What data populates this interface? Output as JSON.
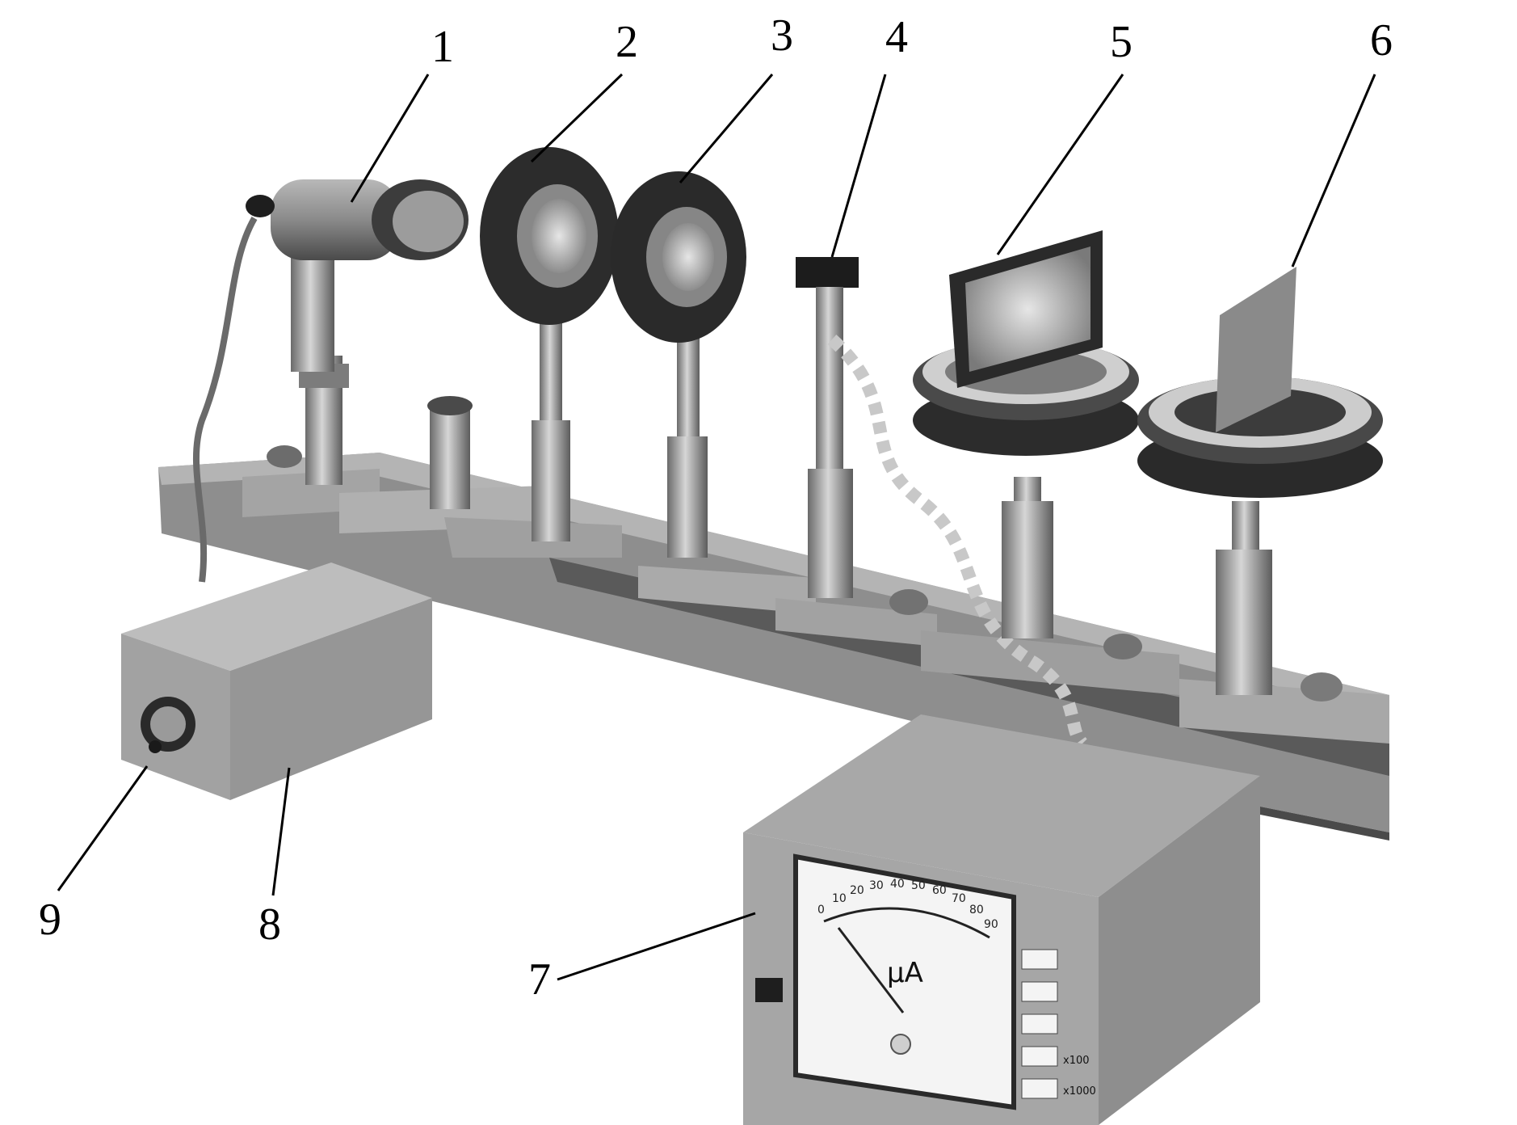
{
  "callouts": [
    "1",
    "2",
    "3",
    "4",
    "5",
    "6",
    "7",
    "8",
    "9"
  ],
  "meter": {
    "unit": "µA",
    "scale": [
      "0",
      "10",
      "20",
      "30",
      "40",
      "50",
      "60",
      "70",
      "80",
      "90"
    ],
    "ranges": [
      "x100",
      "x1000"
    ]
  },
  "colors": {
    "bench": "#9a9a9a",
    "dark": "#3a3a3a",
    "metal": "#b8b8b8",
    "panel": "#a8a8a8",
    "screen": "#6e6e6e"
  }
}
